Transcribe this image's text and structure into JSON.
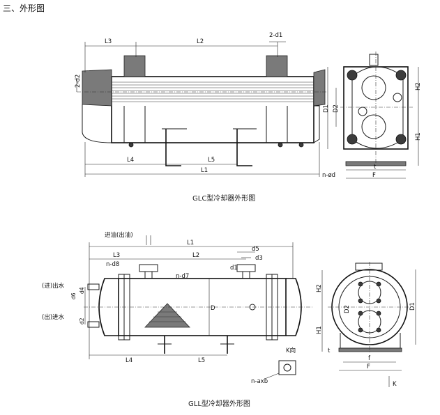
{
  "section_heading": "三、外形图",
  "glc": {
    "caption": "GLC型冷却器外形图",
    "labels": {
      "L3": "L3",
      "L2": "L2",
      "d1_count": "2-d1",
      "d2_count": "2-d2",
      "L4": "L4",
      "L5": "L5",
      "L1": "L1",
      "D1": "D1",
      "D2": "D2",
      "H2": "H2",
      "H1": "H1",
      "t": "t",
      "F": "F",
      "n_od": "n-ød"
    }
  },
  "gll": {
    "caption": "GLL型冷却器外形图",
    "labels": {
      "oil_io": "进油(出油)",
      "L1": "L1",
      "L3": "L3",
      "L2": "L2",
      "n_d8": "n-d8",
      "n_d7": "n-d7",
      "d5": "d5",
      "d3": "d3",
      "d1": "d1",
      "water_out": "(进)出水",
      "water_in": "(出)进水",
      "d4": "d4",
      "d6": "d6",
      "d2": "d2",
      "D": "D",
      "L4": "L4",
      "L5": "L5",
      "k_dir": "K向",
      "n_axb": "n-axb",
      "k": "K",
      "H2": "H2",
      "H1": "H1",
      "D2": "D2",
      "D1": "D1",
      "t": "t",
      "f": "f",
      "F": "F"
    }
  }
}
